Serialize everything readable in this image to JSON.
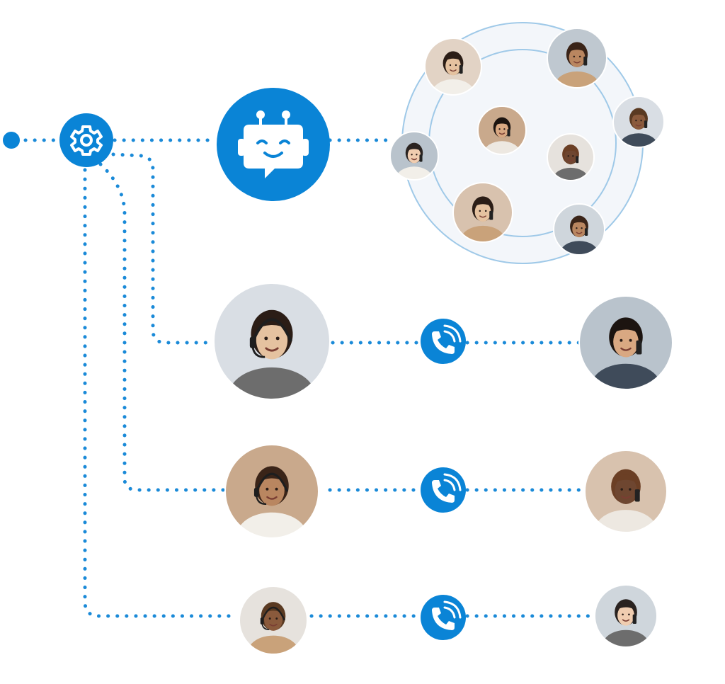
{
  "colors": {
    "accent": "#0a84d6",
    "connector": "#1a8ad8",
    "crowd_fill": "#f3f6fa",
    "crowd_ring": "#9fc9e8",
    "background": "#ffffff"
  },
  "icons": {
    "router": "gear-icon",
    "bot": "chatbot-icon",
    "call": "phone-call-icon"
  },
  "agent_rows": [
    {
      "agent": "headset-agent-woman-glasses",
      "customer": "customer-woman-smiling"
    },
    {
      "agent": "headset-agent-man",
      "customer": "customer-woman-on-phone"
    },
    {
      "agent": "headset-agent-woman",
      "customer": "customer-man-on-phone"
    }
  ],
  "crowd": {
    "people": [
      "woman-glasses-phone",
      "woman-smiling-phone",
      "woman-curly-hair-phone",
      "man-beard-phone",
      "man-smiling-phone",
      "man-phone-left",
      "woman-red-hair-glasses-phone",
      "woman-curly-hair-smiling"
    ]
  }
}
